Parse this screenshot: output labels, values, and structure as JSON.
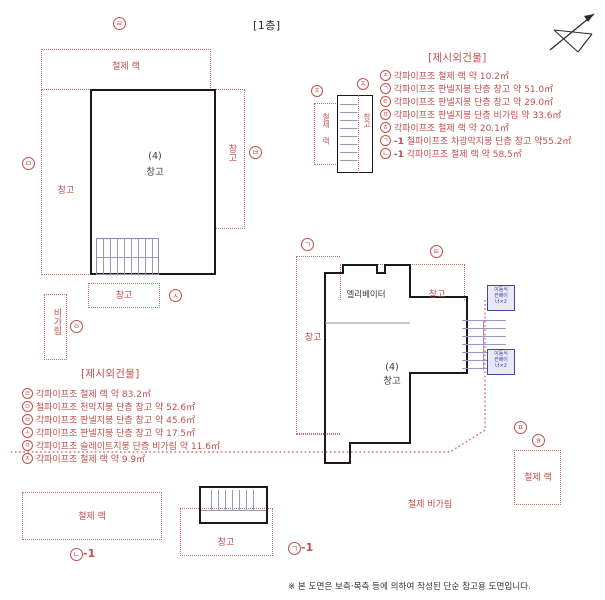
{
  "page": {
    "floor_title": "[1층]",
    "footnote": "※ 본 도면은 보측·목측 등에 의하여 작성된 단순 참고용 도면입니다.",
    "north_icon": "north-arrow-icon"
  },
  "legend_top": {
    "title": "[제시외건물]",
    "items": [
      {
        "marker": "ㅈ",
        "suffix": "",
        "text": "각파이프조 철제 랙  약 10.2㎡"
      },
      {
        "marker": "ㄱ",
        "suffix": "",
        "text": "각파이프조 판넬지붕 단층 창고 약 51.0㎡"
      },
      {
        "marker": "ㅌ",
        "suffix": "",
        "text": "각파이프조 판넬지붕 단층 창고 약 29.0㎡"
      },
      {
        "marker": "ㅍ",
        "suffix": "",
        "text": "각파이프조 판넬지붕 단층 비가림 약 33.6㎡"
      },
      {
        "marker": "ㅎ",
        "suffix": "",
        "text": "각파이프조 철제 랙 약 20.1㎡"
      },
      {
        "marker": "ㄱ",
        "suffix": "-1",
        "text": "철파이프조 차광막지붕 단층 창고 약55.2㎡"
      },
      {
        "marker": "ㄴ",
        "suffix": "-1",
        "text": "각파이프조 철제 랙 약 58.5㎡"
      }
    ]
  },
  "legend_bottom": {
    "title": "[제시외건물]",
    "items": [
      {
        "marker": "ㄹ",
        "suffix": "",
        "text": "각파이프조 철제 랙  약 83.2㎡"
      },
      {
        "marker": "ㅁ",
        "suffix": "",
        "text": "철파이프조 천막지붕 단층 창고 약 52.6㎡"
      },
      {
        "marker": "ㅂ",
        "suffix": "",
        "text": "각파이프조 판넬지붕 단층 창고 약 45.6㎡"
      },
      {
        "marker": "ㅅ",
        "suffix": "",
        "text": "각파이프조 판넬지붕 단층 창고 약 17.5㎡"
      },
      {
        "marker": "ㅇ",
        "suffix": "",
        "text": "각파이프조 슬레이트지붕 단층 비가림 약 11.6㎡"
      },
      {
        "marker": "ㅈ",
        "suffix": "",
        "text": "각파이프조 철제 랙 약 9.9㎡"
      }
    ]
  },
  "left_plan": {
    "north_rack_label": "철제 랙",
    "north_marker": "ㄹ",
    "west_label": "창고",
    "west_marker": "ㅁ",
    "east_label": "창고",
    "east_marker": "ㅂ",
    "main_number": "(4)",
    "main_label": "창고",
    "south_label": "창고",
    "south_marker": "ㅅ",
    "canopy_label": "비가림",
    "canopy_marker": "ㅇ"
  },
  "legend_small_plan": {
    "left_marker": "ㅈ",
    "right_marker": "ㅈ",
    "left_label": "철제 랙",
    "right_label": "창고"
  },
  "right_plan": {
    "west_label": "창고",
    "west_marker": "ㄱ",
    "elevator_label": "엘리베이터",
    "north_label": "창고",
    "north_marker": "ㅌ",
    "main_number": "(4)",
    "main_label": "창고",
    "canopy_label": "철제 비가림",
    "canopy_marker": "ㅍ",
    "rack_label": "철제 랙",
    "rack_marker": "ㅎ",
    "conveyor_top": {
      "line1": "이동식",
      "line2": "컨베이",
      "line3": "너×2"
    },
    "conveyor_bottom": {
      "line1": "이동식",
      "line2": "컨베이",
      "line3": "너×2"
    }
  },
  "bottom_plans": {
    "left_rack_label": "철제 랙",
    "left_marker": "ㄴ",
    "left_suffix": "-1",
    "mid_label": "창고",
    "mid_marker": "ㄱ",
    "mid_suffix": "-1"
  },
  "colors": {
    "red": "#c0504d",
    "dotted_red": "#d46a68",
    "solid_black": "#1a1a1a",
    "blue": "#3b3bb0",
    "stair_blue": "#9898c0"
  }
}
